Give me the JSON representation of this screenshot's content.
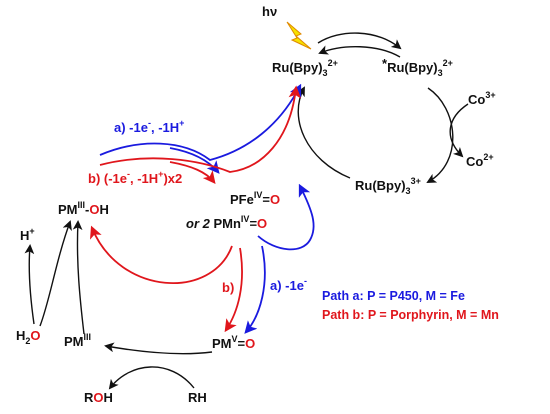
{
  "species": {
    "hv": "hν",
    "ru2": {
      "base": "Ru(Bpy)",
      "sub": "3",
      "sup": "2+"
    },
    "ru2_excited": {
      "star": "*",
      "base": "Ru(Bpy)",
      "sub": "3",
      "sup": "2+"
    },
    "ru3": {
      "base": "Ru(Bpy)",
      "sub": "3",
      "sup": "3+"
    },
    "co3": {
      "base": "Co",
      "sup": "3+"
    },
    "co2": {
      "base": "Co",
      "sup": "2+"
    },
    "pfe_oxo": {
      "base": "PFe",
      "sup": "IV",
      "tail": "=O",
      "o": "O"
    },
    "pmn_oxo": {
      "prefix": "or 2 ",
      "base": "PMn",
      "sup": "IV",
      "tail": "=",
      "o": "O"
    },
    "pm_oh": {
      "base": "PM",
      "sup": "III",
      "tail": "-",
      "o": "O",
      "h": "H"
    },
    "h_plus": {
      "base": "H",
      "sup": "+"
    },
    "h2o": {
      "base": "H",
      "sub": "2",
      "o": "O"
    },
    "pm3": {
      "base": "PM",
      "sup": "III"
    },
    "pm5": {
      "base": "PM",
      "sup": "V",
      "tail": "=",
      "o": "O"
    },
    "roh": {
      "r": "R",
      "o": "O",
      "h": "H"
    },
    "rh": "RH"
  },
  "path_labels": {
    "path_a_top": {
      "prefix": "a) -1e",
      "sup1": "-",
      "mid": ", -1H",
      "sup2": "+"
    },
    "path_b_top": {
      "prefix": "b) (-1e",
      "sup1": "-",
      "mid": ", -1H",
      "sup2": "+",
      "suffix": ")x2"
    },
    "path_a_right": {
      "prefix": "a) -1e",
      "sup1": "-"
    },
    "path_b_right": "b)"
  },
  "legend": {
    "path_a": "Path a: P = P450, M = Fe",
    "path_b": "Path b: P = Porphyrin, M = Mn"
  },
  "colors": {
    "path_a": "#1a1adf",
    "path_b": "#e0161c",
    "bolt": "#f6e200",
    "bolt_edge": "#e08a00",
    "text": "#111111"
  }
}
